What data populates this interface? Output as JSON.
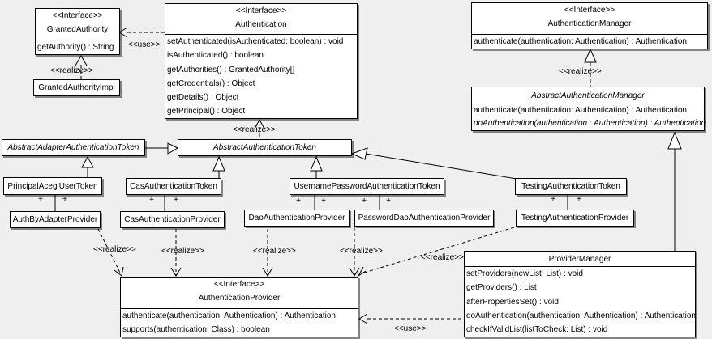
{
  "t": {
    "interface": "<<Interface>>",
    "use": "<<use>>",
    "realize": "<<realize>>",
    "plus": "+"
  },
  "classes": {
    "granted_authority": {
      "name": "GrantedAuthority",
      "methods": [
        "getAuthority() : String"
      ]
    },
    "granted_authority_impl": {
      "name": "GrantedAuthorityImpl"
    },
    "authentication": {
      "name": "Authentication",
      "methods": [
        "setAuthenticated(isAuthenticated: boolean) : void",
        "isAuthenticated() : boolean",
        "getAuthorities() : GrantedAuthority[]",
        "getCredentials() : Object",
        "getDetails() : Object",
        "getPrincipal() : Object"
      ]
    },
    "authentication_manager": {
      "name": "AuthenticationManager",
      "methods": [
        "authenticate(authentication: Authentication) : Authentication"
      ]
    },
    "abstract_authentication_manager": {
      "name": "AbstractAuthenticationManager",
      "methods": [
        "authenticate(authentication: Authentication) : Authentication",
        "doAuthentication(authentication : Authentication) : Authentication"
      ]
    },
    "abstract_adapter_authentication_token": {
      "name": "AbstractAdapterAuthenticationToken"
    },
    "abstract_authentication_token": {
      "name": "AbstractAuthenticationToken"
    },
    "principal_acegi_user_token": {
      "name": "PrincipalAcegiUserToken"
    },
    "cas_authentication_token": {
      "name": "CasAuthenticationToken"
    },
    "username_password_authentication_token": {
      "name": "UsernamePasswordAuthenticationToken"
    },
    "testing_authentication_token": {
      "name": "TestingAuthenticationToken"
    },
    "auth_by_adapter_provider": {
      "name": "AuthByAdapterProvider"
    },
    "cas_authentication_provider": {
      "name": "CasAuthenticationProvider"
    },
    "dao_authentication_provider": {
      "name": "DaoAuthenticationProvider"
    },
    "password_dao_authentication_provider": {
      "name": "PasswordDaoAuthenticationProvider"
    },
    "testing_authentication_provider": {
      "name": "TestingAuthenticationProvider"
    },
    "authentication_provider": {
      "name": "AuthenticationProvider",
      "methods": [
        "authenticate(authentication: Authentication) : Authentication",
        "supports(authentication: Class) : boolean"
      ]
    },
    "provider_manager": {
      "name": "ProviderManager",
      "methods": [
        "setProviders(newList: List) : void",
        "getProviders() : List",
        "afterPropertiesSet() : void",
        "doAuthentication(authentication: Authentication) : Authentication",
        "checkIfValidList(listToCheck: List) : void"
      ]
    }
  }
}
